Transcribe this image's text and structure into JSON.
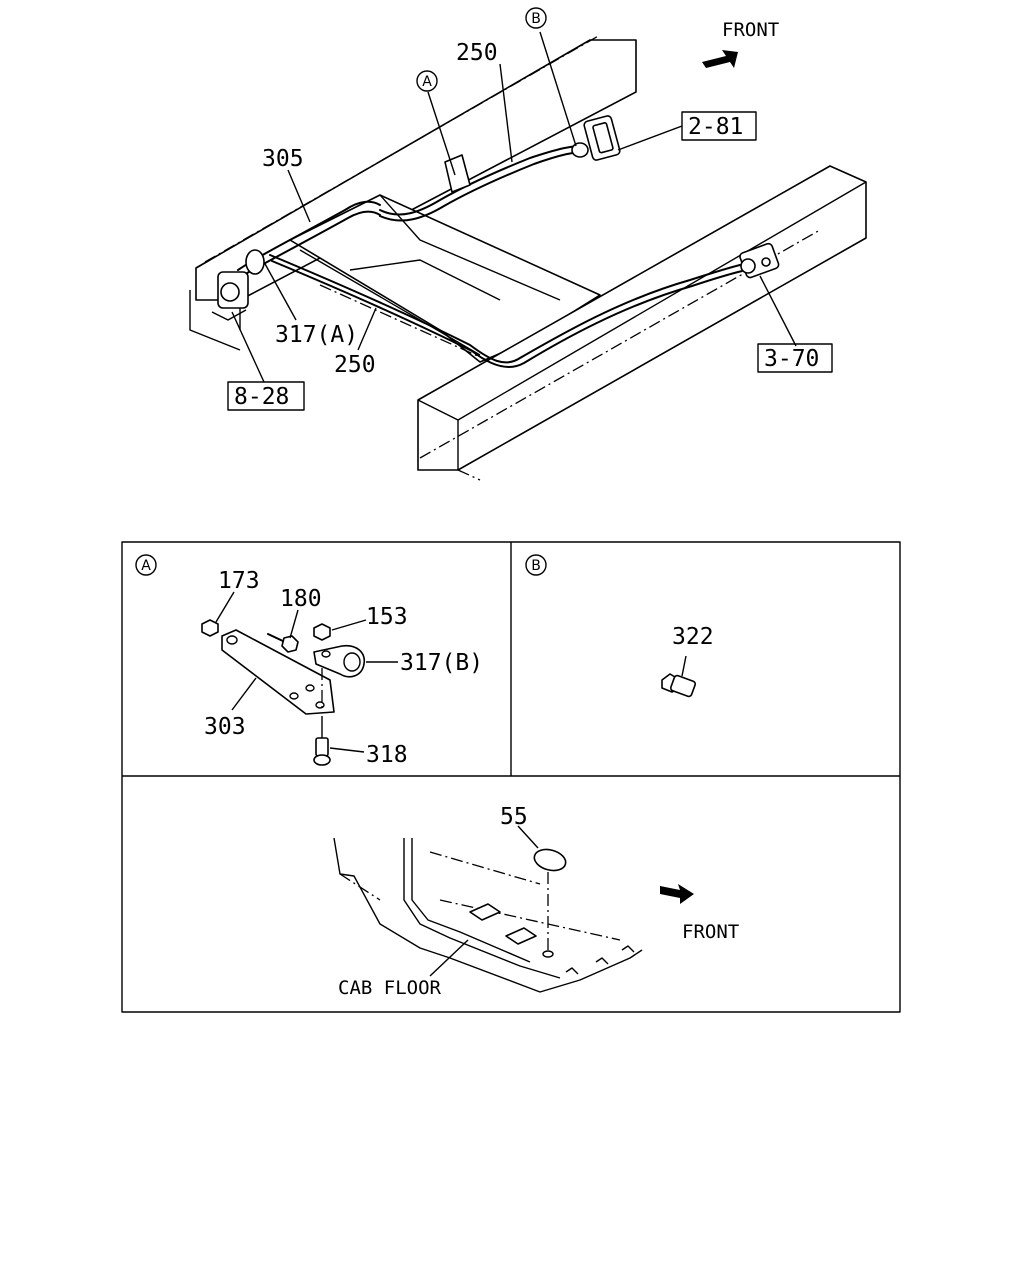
{
  "main": {
    "front_label": "FRONT",
    "callouts": {
      "c250_top": "250",
      "c305": "305",
      "c317a": "317(A)",
      "c250_bottom": "250",
      "circle_a": "A",
      "circle_b": "B"
    },
    "refs": {
      "r2_81": "2-81",
      "r3_70": "3-70",
      "r8_28": "8-28"
    }
  },
  "detail_a": {
    "marker": "A",
    "parts": {
      "p173": "173",
      "p180": "180",
      "p153": "153",
      "p317b": "317(B)",
      "p303": "303",
      "p318": "318"
    }
  },
  "detail_b": {
    "marker": "B",
    "parts": {
      "p322": "322"
    }
  },
  "detail_floor": {
    "part": "55",
    "front_label": "FRONT",
    "cab_floor_label": "CAB FLOOR"
  }
}
